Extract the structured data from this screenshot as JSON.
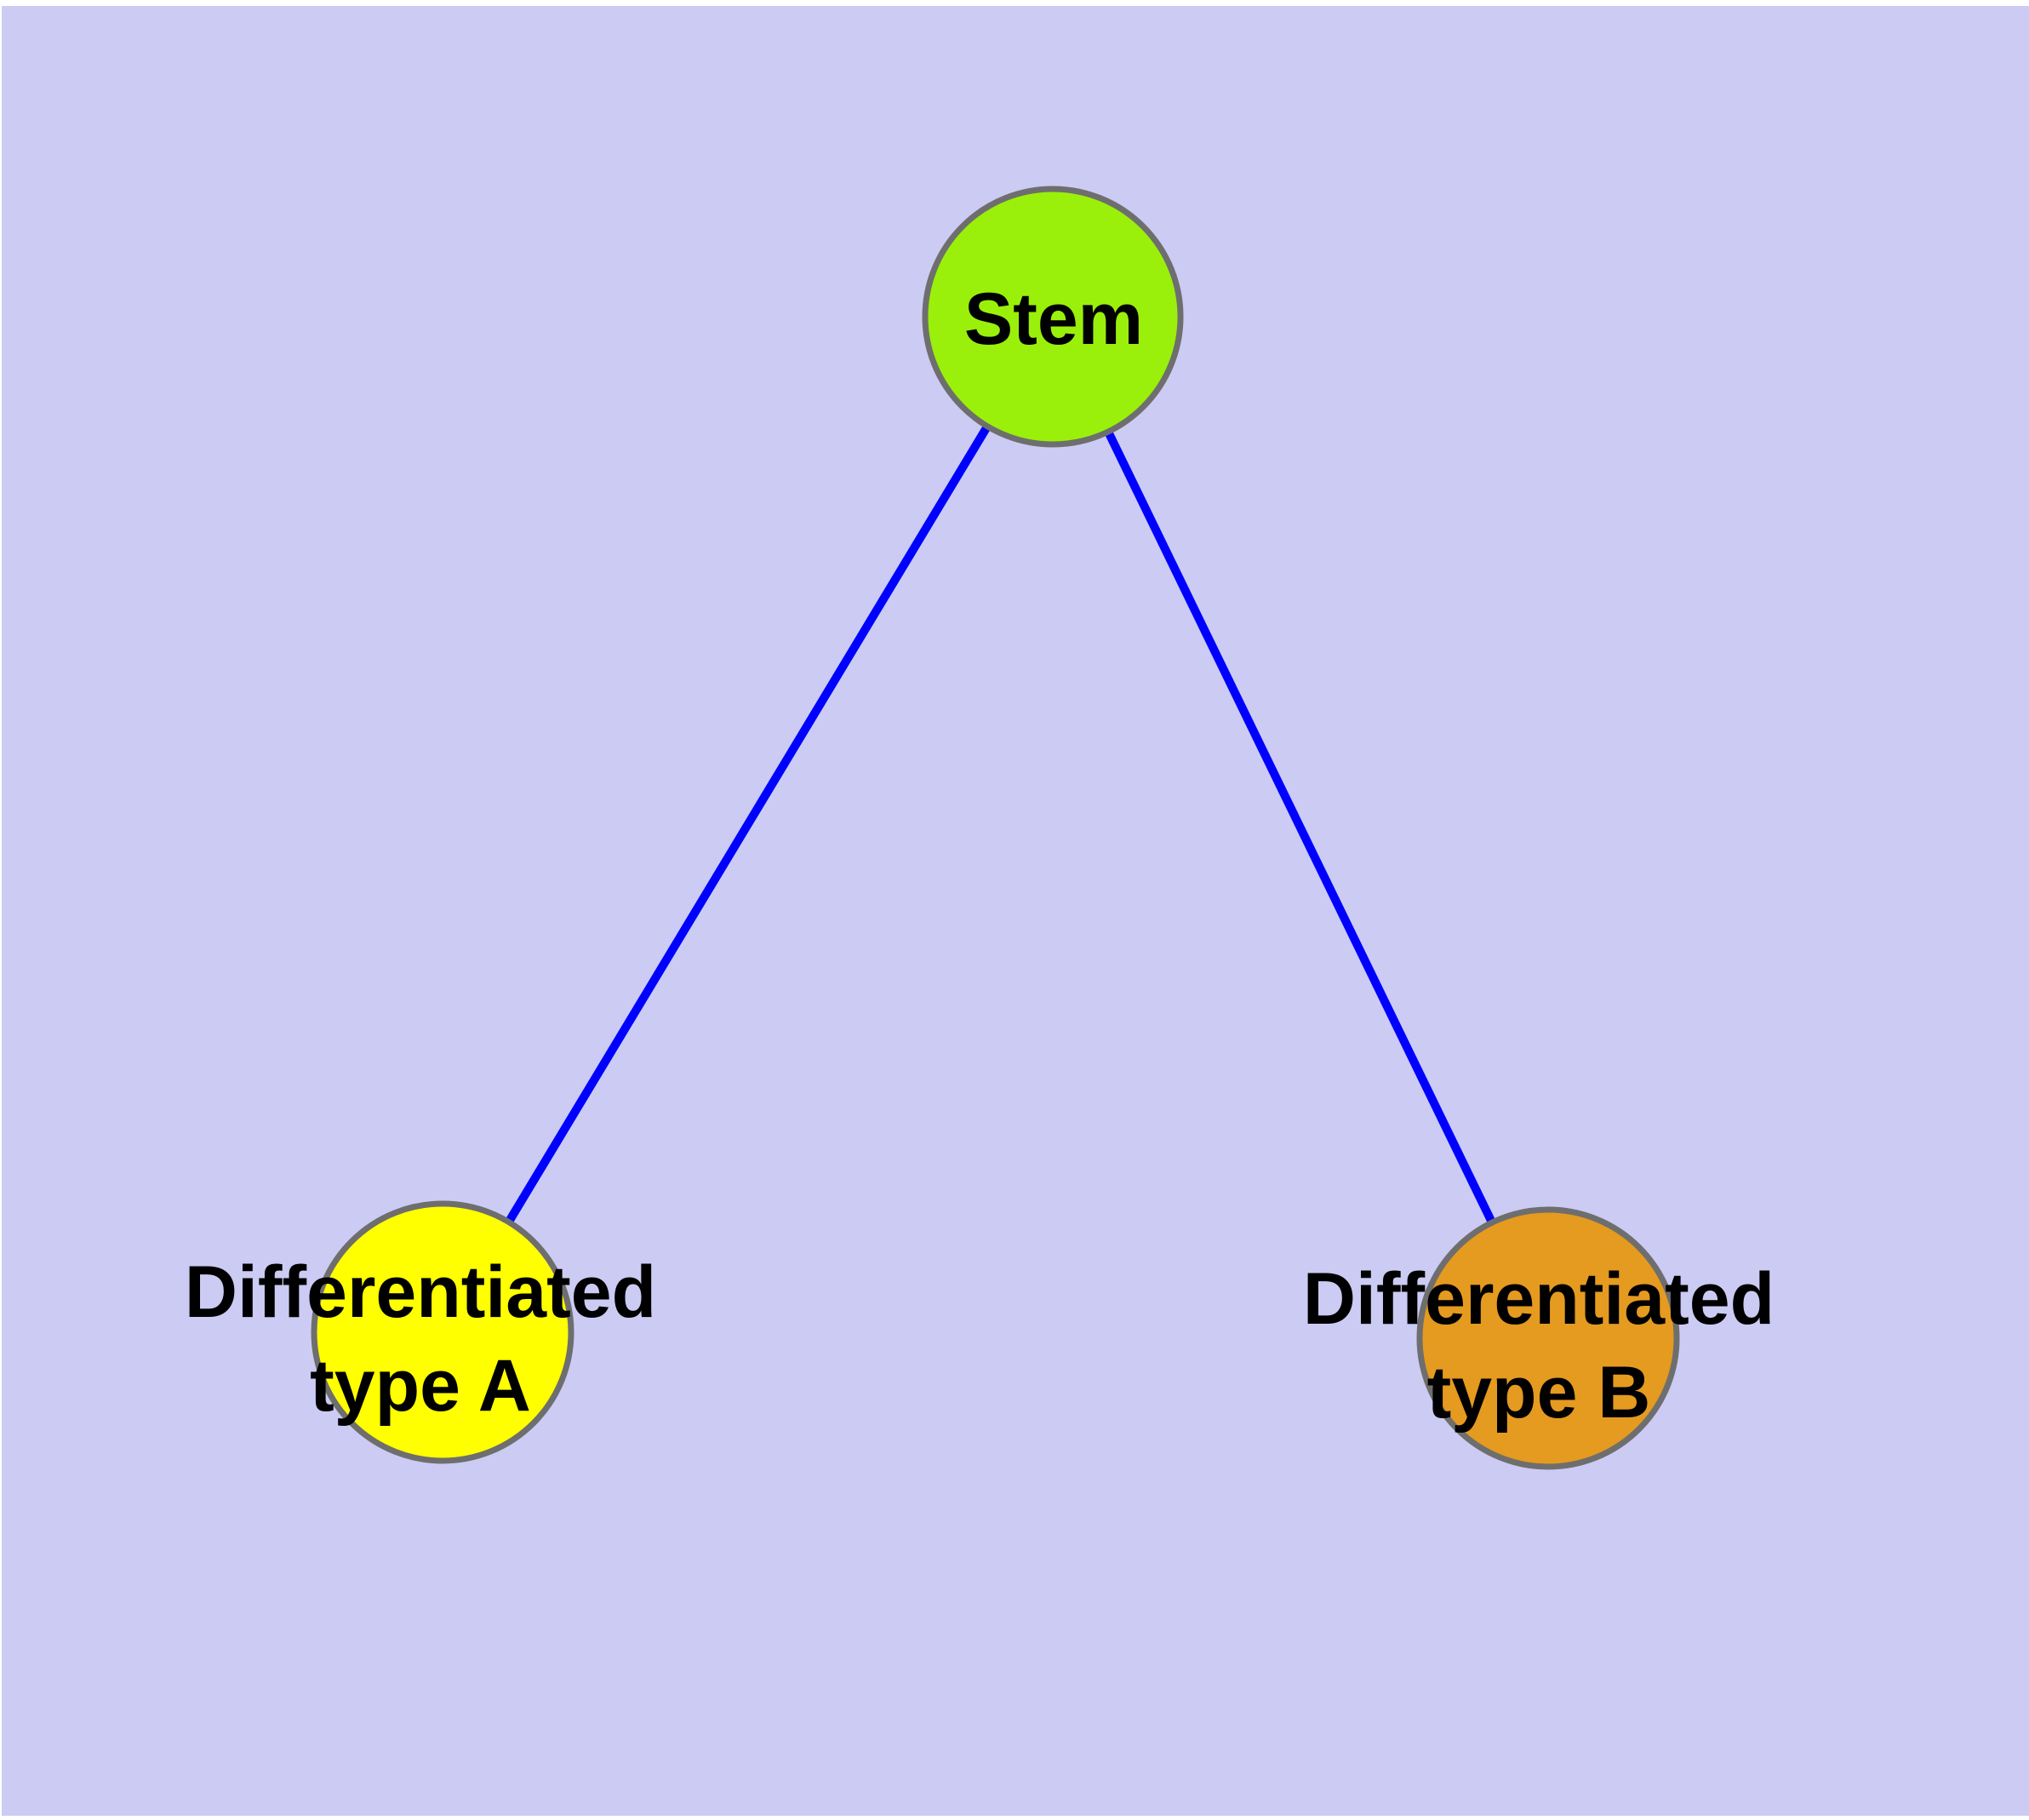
{
  "diagram": {
    "type": "node-edge-graph",
    "background_color": "#CBCBF3",
    "page_margin_color": "#FFFFFF",
    "edge_color": "#0000FF",
    "node_border_color": "#6E6E6E",
    "text_color": "#000000",
    "nodes": [
      {
        "id": "stem",
        "label": "Stem",
        "fill_color": "#9AF00A"
      },
      {
        "id": "differentiated-type-a",
        "label_line1": "Differentiated",
        "label_line2": "type A",
        "fill_color": "#FFFF00"
      },
      {
        "id": "differentiated-type-b",
        "label_line1": "Differentiated",
        "label_line2": "type B",
        "fill_color": "#E59A20"
      }
    ],
    "edges": [
      {
        "from": "stem",
        "to": "differentiated-type-a"
      },
      {
        "from": "stem",
        "to": "differentiated-type-b"
      }
    ]
  }
}
